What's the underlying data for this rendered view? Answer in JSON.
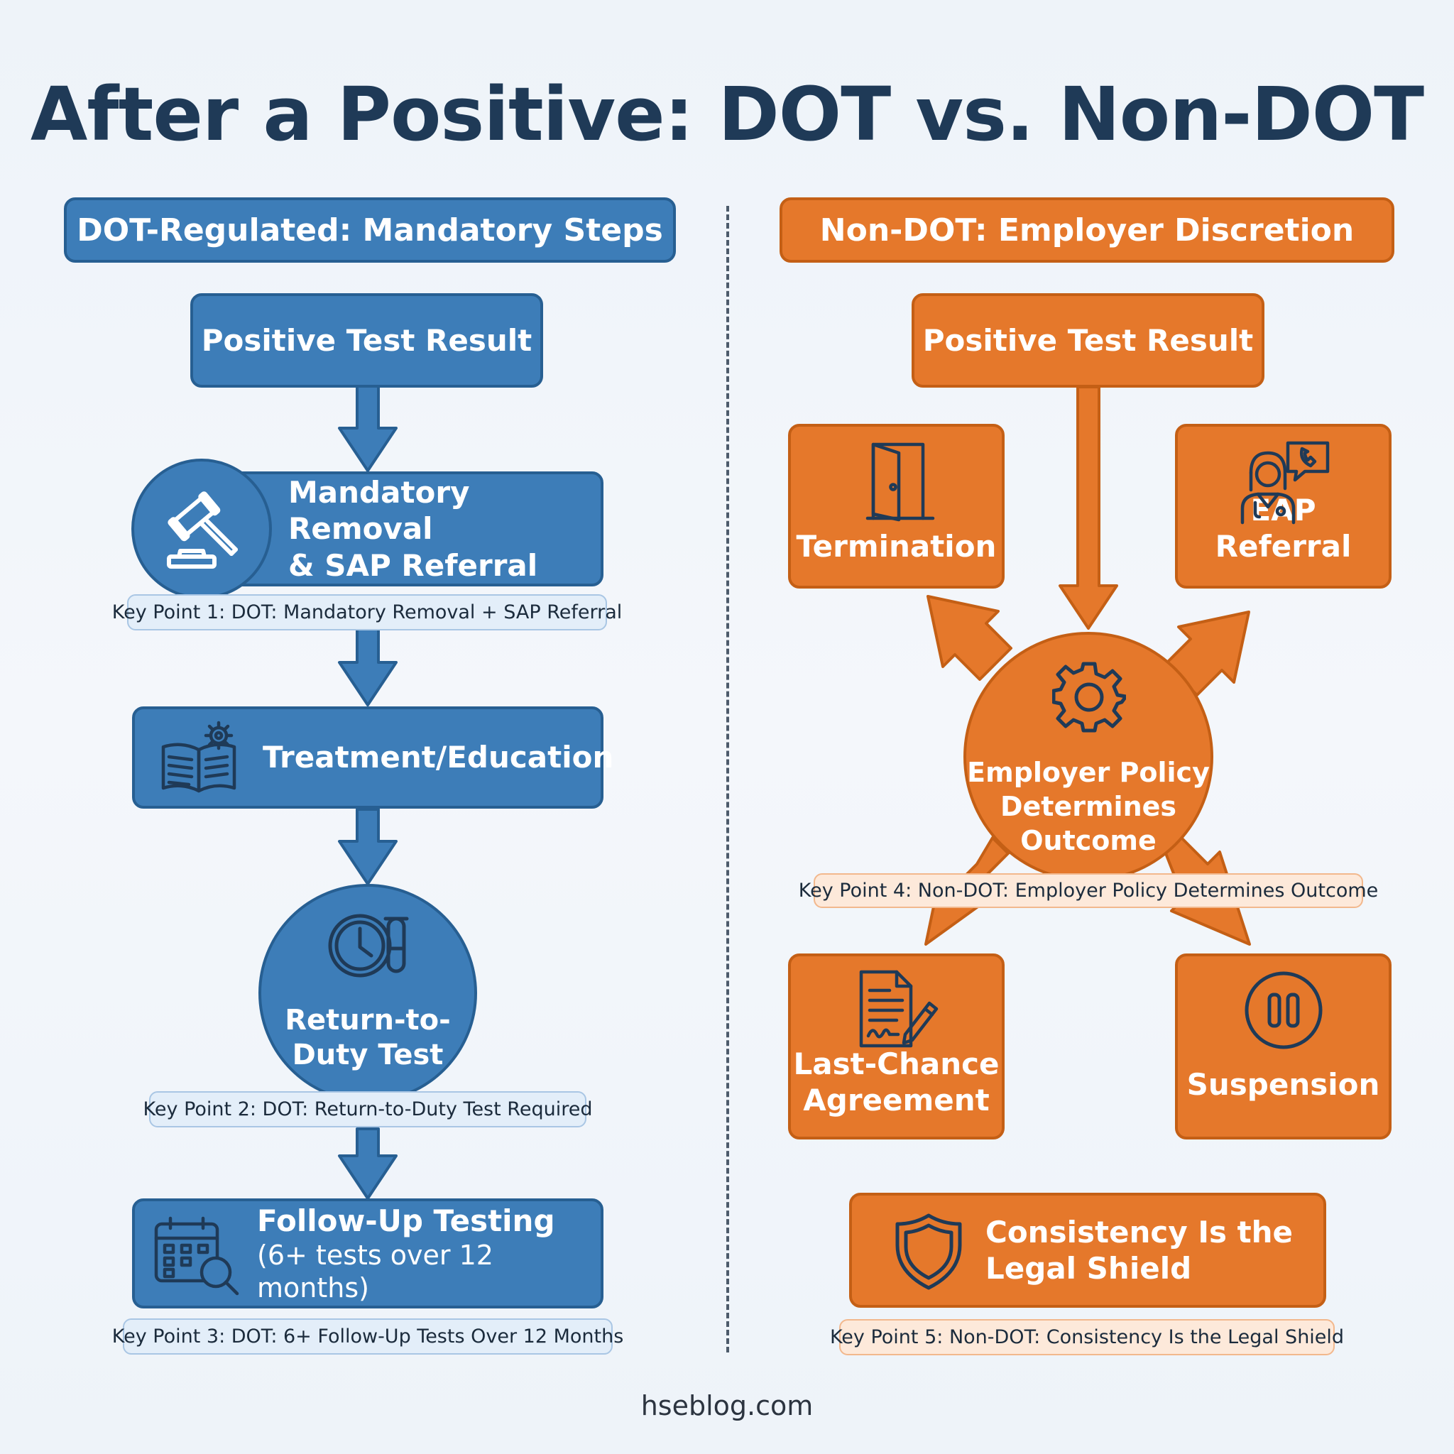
{
  "title": "After a Positive: DOT vs. Non-DOT",
  "left": {
    "header": "DOT-Regulated: Mandatory Steps",
    "positive": "Positive Test Result",
    "removal": {
      "line1": "Mandatory Removal",
      "line2": "& SAP Referral"
    },
    "key1": "Key Point 1: DOT: Mandatory Removal + SAP Referral",
    "treatment": "Treatment/Education",
    "rtd": {
      "line1": "Return-to-",
      "line2": "Duty Test"
    },
    "key2": "Key Point 2: DOT: Return-to-Duty Test Required",
    "followup": {
      "title": "Follow-Up Testing",
      "sub": "(6+ tests over 12 months)"
    },
    "key3": "Key Point 3: DOT: 6+ Follow-Up Tests Over 12 Months"
  },
  "right": {
    "header": "Non-DOT: Employer Discretion",
    "positive": "Positive Test Result",
    "termination": "Termination",
    "eap": "EAP Referral",
    "policy": {
      "line1": "Employer Policy",
      "line2": "Determines",
      "line3": "Outcome"
    },
    "key4": "Key Point 4: Non-DOT: Employer Policy Determines Outcome",
    "lastchance": {
      "line1": "Last-Chance",
      "line2": "Agreement"
    },
    "suspension": "Suspension",
    "shield": {
      "line1": "Consistency Is the",
      "line2": "Legal Shield"
    },
    "key5": "Key Point 5: Non-DOT: Consistency Is the Legal Shield"
  },
  "footer": "hseblog.com",
  "colors": {
    "blue": "#3d7db8",
    "blue_dark": "#275f92",
    "orange": "#e5782b",
    "orange_dark": "#c45f15",
    "title": "#1f3a57"
  },
  "icons": [
    "gavel-icon",
    "book-gear-icon",
    "clock-test-tube-icon",
    "calendar-search-icon",
    "door-icon",
    "doctor-chat-icon",
    "gear-icon",
    "document-pen-icon",
    "pause-icon",
    "shield-icon"
  ]
}
